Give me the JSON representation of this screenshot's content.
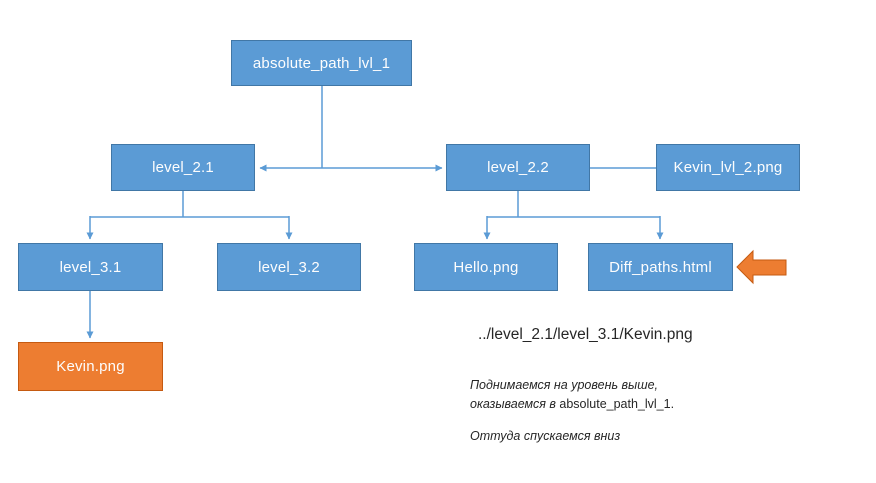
{
  "diagram": {
    "nodes": {
      "root": {
        "label": "absolute_path_lvl_1"
      },
      "level21": {
        "label": "level_2.1"
      },
      "level22": {
        "label": "level_2.2"
      },
      "kevinlvl2": {
        "label": "Kevin_lvl_2.png"
      },
      "level31": {
        "label": "level_3.1"
      },
      "level32": {
        "label": "level_3.2"
      },
      "hello": {
        "label": "Hello.png"
      },
      "diffpaths": {
        "label": "Diff_paths.html"
      },
      "kevin": {
        "label": "Kevin.png"
      }
    },
    "annotations": {
      "path_text": "../level_2.1/level_3.1/Kevin.png",
      "note_line1": "Поднимаемся на уровень выше,",
      "note_line2_italic": "оказываемся в ",
      "note_line2_code": "absolute_path_lvl_1.",
      "note_line3": "Оттуда спускаемся вниз"
    },
    "colors": {
      "node_fill_blue": "#5B9BD5",
      "node_border_blue": "#4177A6",
      "node_fill_orange": "#ED7D31",
      "node_border_orange": "#C55A11",
      "connector": "#5B9BD5",
      "highlight_arrow_fill": "#ED7D31",
      "text_on_node": "#FDFDFD",
      "annotation_text": "#262626"
    },
    "icons": {
      "highlight_arrow": "left-block-arrow-icon"
    }
  }
}
